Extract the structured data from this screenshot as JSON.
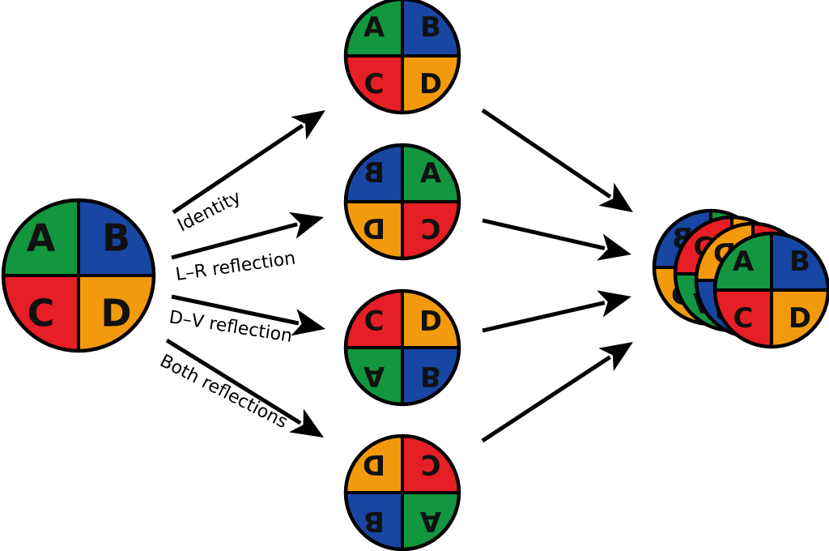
{
  "colors": {
    "green": "#12963f",
    "blue": "#1846a3",
    "red": "#e61e25",
    "orange": "#f39a0c",
    "outline": "#000000"
  },
  "source_disc": {
    "labels": [
      "A",
      "B",
      "C",
      "D"
    ]
  },
  "transforms": [
    {
      "name": "Identity"
    },
    {
      "name": "L–R reflection"
    },
    {
      "name": "D–V reflection"
    },
    {
      "name": "Both reflections"
    }
  ],
  "result_disc_labels": [
    "A",
    "B",
    "C",
    "D"
  ]
}
